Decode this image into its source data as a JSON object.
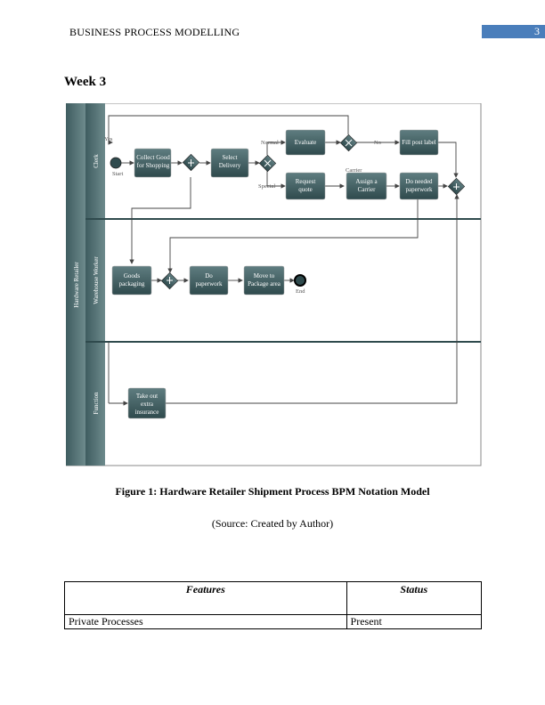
{
  "header": {
    "title": "BUSINESS PROCESS MODELLING",
    "page_number": "3"
  },
  "section": {
    "heading": "Week 3"
  },
  "diagram": {
    "pool": "Hardware Retailer",
    "lanes": [
      "Clerk",
      "Warehouse Worker",
      "Function"
    ],
    "tasks": {
      "collect": [
        "Collect Good",
        "for Shopping"
      ],
      "select": [
        "Select",
        "Delivery"
      ],
      "evaluate": [
        "Evaluate"
      ],
      "fill": [
        "Fill post label"
      ],
      "request": [
        "Request",
        "quote"
      ],
      "assign": [
        "Assign a",
        "Carrier"
      ],
      "doneeded": [
        "Do needed",
        "paperwork"
      ],
      "goods": [
        "Goods",
        "packaging"
      ],
      "dopaper": [
        "Do",
        "paperwork"
      ],
      "move": [
        "Move to",
        "Package area"
      ],
      "insurance": [
        "Take out",
        "extra",
        "insurance"
      ]
    },
    "labels": {
      "start": "Start",
      "end": "End",
      "yes": "Yes",
      "no": "No",
      "normal": "Normal",
      "special": "Special",
      "carrier_note": "Carrier"
    }
  },
  "figure": {
    "caption": "Figure 1: Hardware Retailer Shipment Process BPM Notation Model",
    "source": "(Source: Created by Author)"
  },
  "table": {
    "headers": [
      "Features",
      "Status"
    ],
    "rows": [
      [
        "Private Processes",
        "Present"
      ]
    ]
  }
}
